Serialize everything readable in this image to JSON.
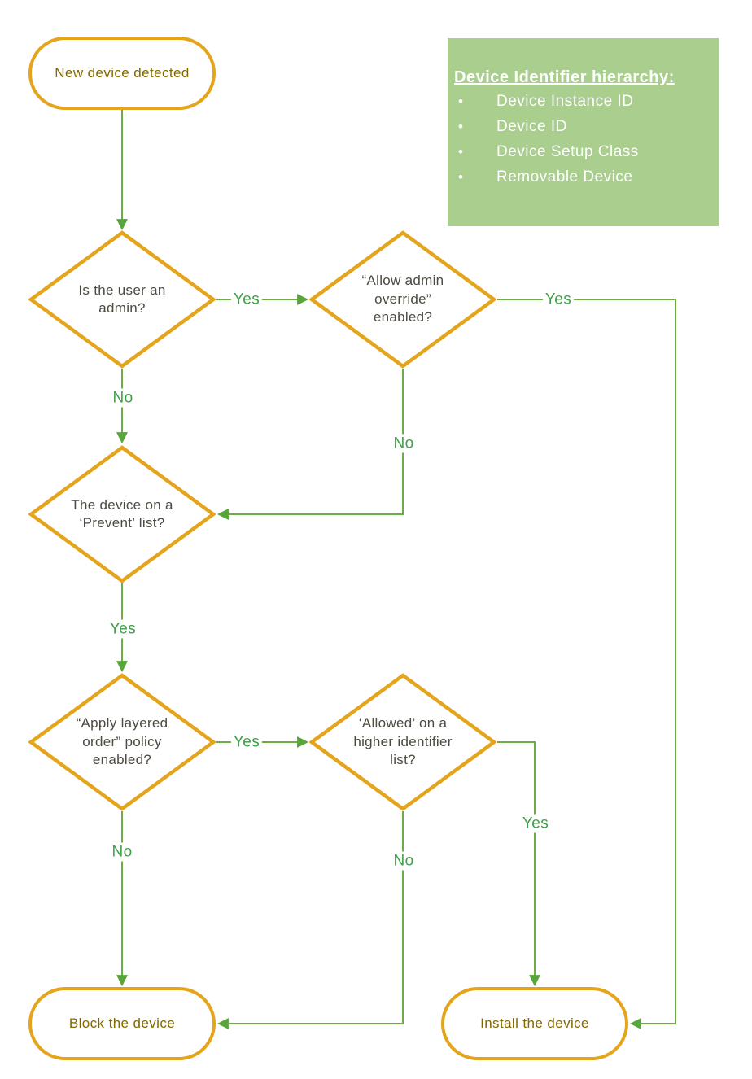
{
  "colors": {
    "shape_border": "#E4A51D",
    "connector_green": "#6CAC45",
    "edge_label_green": "#3FA047",
    "decision_text": "#4D4A40",
    "terminal_text": "#826800",
    "legend_background": "#A9CE8E",
    "legend_text": "#FFFFFF"
  },
  "legend": {
    "title": "Device Identifier hierarchy:",
    "bullet": "•",
    "items": [
      "Device Instance ID",
      "Device ID",
      "Device Setup Class",
      "Removable Device"
    ]
  },
  "nodes": {
    "start": {
      "type": "terminal",
      "label": "New device detected"
    },
    "admin_check": {
      "type": "decision",
      "label": "Is the user an admin?"
    },
    "override_check": {
      "type": "decision",
      "label": "“Allow admin override” enabled?"
    },
    "prevent_list_check": {
      "type": "decision",
      "label": "The device on a ‘Prevent’ list?"
    },
    "layered_order_check": {
      "type": "decision",
      "label": "“Apply layered order” policy enabled?"
    },
    "higher_identifier_check": {
      "type": "decision",
      "label": "‘Allowed’ on a higher identifier list?"
    },
    "block": {
      "type": "terminal",
      "label": "Block the device"
    },
    "install": {
      "type": "terminal",
      "label": "Install the device"
    }
  },
  "edge_labels": {
    "admin_yes": "Yes",
    "admin_no": "No",
    "override_yes": "Yes",
    "override_no": "No",
    "prevent_yes": "Yes",
    "layered_yes": "Yes",
    "layered_no": "No",
    "higher_yes": "Yes",
    "higher_no": "No"
  }
}
